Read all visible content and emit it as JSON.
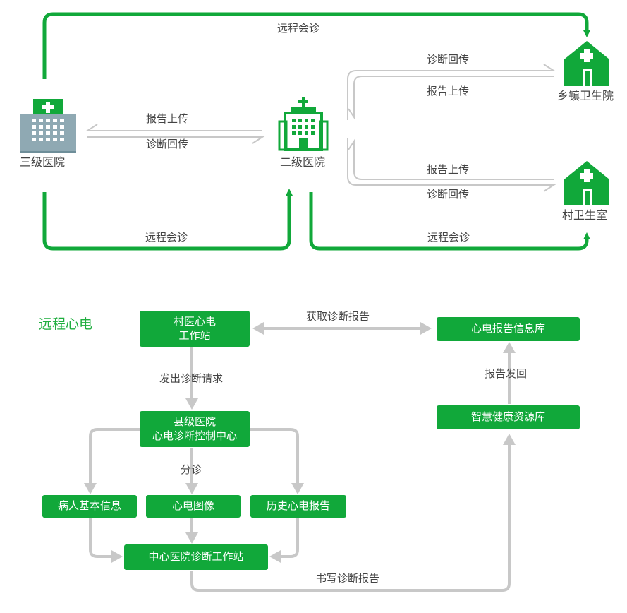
{
  "top": {
    "nodes": {
      "tertiary": "三级医院",
      "secondary": "二级医院",
      "township": "乡镇卫生院",
      "village": "村卫生室"
    },
    "edges": {
      "remote_consult_top": "远程会诊",
      "t_s_report_upload": "报告上传",
      "t_s_diag_return": "诊断回传",
      "s_town_diag_return": "诊断回传",
      "s_town_report_upload": "报告上传",
      "s_vil_report_upload": "报告上传",
      "s_vil_diag_return": "诊断回传",
      "remote_consult_left": "远程会诊",
      "remote_consult_right": "远程会诊"
    }
  },
  "bottom": {
    "section_title": "远程心电",
    "boxes": {
      "village_ecg": "村医心电\n工作站",
      "county_center": "县级医院\n心电诊断控制中心",
      "patient_info": "病人基本信息",
      "ecg_image": "心电图像",
      "history_report": "历史心电报告",
      "center_station": "中心医院诊断工作站",
      "report_db": "心电报告信息库",
      "health_db": "智慧健康资源库"
    },
    "edges": {
      "get_report": "获取诊断报告",
      "send_request": "发出诊断请求",
      "triage": "分诊",
      "report_return": "报告发回",
      "write_report": "书写诊断报告"
    }
  },
  "colors": {
    "green": "#11a83a",
    "gray_arrow": "#c8c8c8",
    "text": "#444444"
  }
}
